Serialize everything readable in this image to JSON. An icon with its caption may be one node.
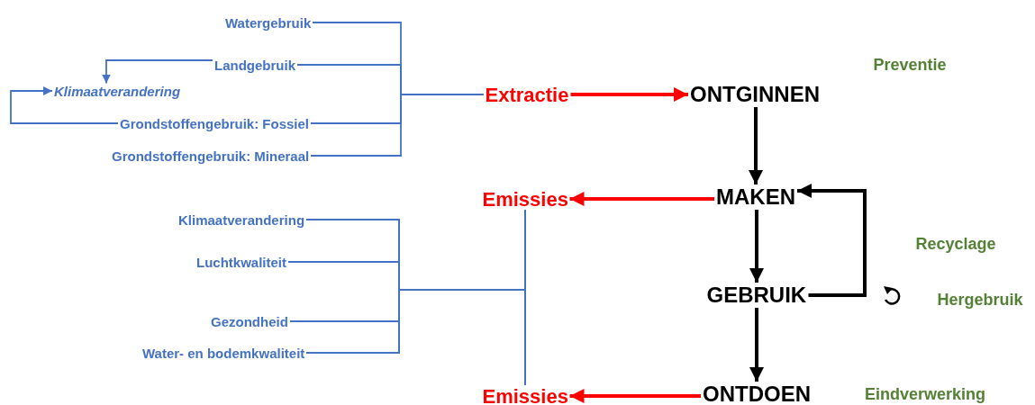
{
  "diagram": {
    "nodes": [
      {
        "text": [
          "Watergebruik"
        ]
      },
      {
        "text": [
          "Landgebruik"
        ]
      },
      {
        "text": [
          "Klimaatverandering"
        ]
      },
      {
        "text": [
          "Grondstoffengebruik:  Fossiel"
        ]
      },
      {
        "text": [
          "Grondstoffengebruik: Mineraal"
        ]
      },
      {
        "text": [
          "Extractie"
        ]
      },
      {
        "text": [
          "ONTGINNEN"
        ]
      },
      {
        "text": [
          "Emissies"
        ]
      },
      {
        "text": [
          "MAKEN"
        ]
      },
      {
        "text": [
          "Klimaatverandering"
        ]
      },
      {
        "text": [
          "Luchtkwaliteit"
        ]
      },
      {
        "text": [
          "Gezondheid"
        ]
      },
      {
        "text": [
          "Water- en bodemkwaliteit"
        ]
      },
      {
        "text": [
          "GEBRUIK"
        ]
      },
      {
        "text": [
          "Emissies"
        ]
      },
      {
        "text": [
          "ONTDOEN"
        ]
      }
    ],
    "edges": [
      {
        "from": 0,
        "to": 5,
        "arrow": "none",
        "color": "#4472c4"
      },
      {
        "from": 1,
        "to": 5,
        "arrow": "none",
        "color": "#4472c4"
      },
      {
        "from": 3,
        "to": 5,
        "arrow": "none",
        "color": "#4472c4"
      },
      {
        "from": 4,
        "to": 5,
        "arrow": "none",
        "color": "#4472c4"
      },
      {
        "from": 1,
        "to": 2,
        "arrow": "to",
        "color": "#4472c4"
      },
      {
        "from": 3,
        "to": 2,
        "arrow": "to",
        "color": "#4472c4"
      },
      {
        "from": 5,
        "to": 6,
        "arrow": "to",
        "style": "thick",
        "color": "#ff0000"
      },
      {
        "from": 6,
        "to": 8,
        "arrow": "to",
        "style": "thick",
        "color": "#000000"
      },
      {
        "from": 8,
        "to": 7,
        "arrow": "to",
        "style": "thick",
        "color": "#ff0000"
      },
      {
        "from": 8,
        "to": 13,
        "arrow": "to",
        "style": "thick",
        "color": "#000000"
      },
      {
        "from": 13,
        "to": 8,
        "arrow": "to",
        "style": "thick",
        "color": "#000000"
      },
      {
        "from": 13,
        "to": 15,
        "arrow": "to",
        "style": "thick",
        "color": "#000000"
      },
      {
        "from": 15,
        "to": 14,
        "arrow": "to",
        "style": "thick",
        "color": "#ff0000"
      },
      {
        "from": 9,
        "to": 7,
        "arrow": "none",
        "color": "#4472c4"
      },
      {
        "from": 10,
        "to": 7,
        "arrow": "none",
        "color": "#4472c4"
      },
      {
        "from": 11,
        "to": 7,
        "arrow": "none",
        "color": "#4472c4"
      },
      {
        "from": 12,
        "to": 7,
        "arrow": "none",
        "color": "#4472c4"
      },
      {
        "from": 9,
        "to": 14,
        "arrow": "none",
        "color": "#4472c4"
      },
      {
        "from": 10,
        "to": 14,
        "arrow": "none",
        "color": "#4472c4"
      },
      {
        "from": 11,
        "to": 14,
        "arrow": "none",
        "color": "#4472c4"
      },
      {
        "from": 12,
        "to": 14,
        "arrow": "none",
        "color": "#4472c4"
      }
    ],
    "labels": [
      "Preventie",
      "Recyclage",
      "Hergebruik",
      "Eindverwerking"
    ]
  }
}
